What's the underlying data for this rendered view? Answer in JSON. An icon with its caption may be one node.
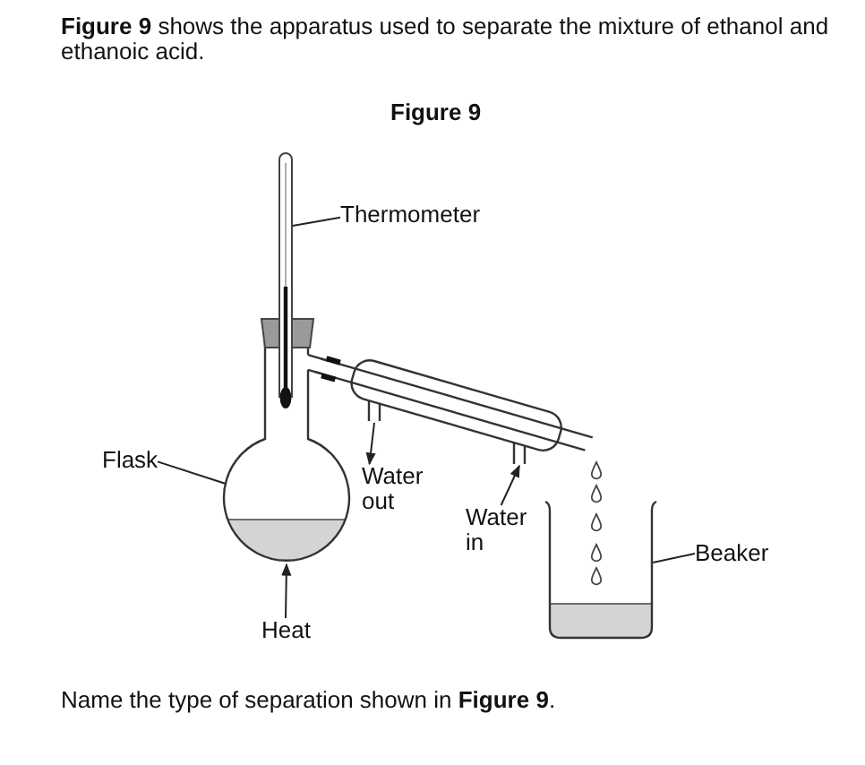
{
  "diagram": {
    "title": "Figure 9",
    "nodes": [
      {
        "text": [
          "Thermometer"
        ]
      },
      {
        "text": [],
        "shape": "picture"
      },
      {
        "text": [
          "Flask"
        ]
      },
      {
        "text": [],
        "shape": "picture"
      },
      {
        "text": [
          "Water out"
        ]
      },
      {
        "text": [
          "Water in"
        ]
      },
      {
        "text": [],
        "shape": "picture"
      },
      {
        "text": [
          "Beaker"
        ]
      },
      {
        "text": [],
        "shape": "picture"
      },
      {
        "text": [
          "Heat"
        ]
      }
    ],
    "edges": [
      {
        "from": 0,
        "to": 1,
        "arrow": "none"
      },
      {
        "from": 2,
        "to": 3,
        "arrow": "none"
      },
      {
        "from": 6,
        "to": 4,
        "arrow": "to"
      },
      {
        "from": 5,
        "to": 6,
        "arrow": "to"
      },
      {
        "from": 7,
        "to": 8,
        "arrow": "none"
      },
      {
        "from": 9,
        "to": 3,
        "arrow": "to"
      }
    ],
    "labels": [
      "**Figure 9** shows the apparatus used to separate the mixture of ethanol and ethanoic acid.",
      "Name the type of separation shown in **Figure 9**."
    ]
  }
}
